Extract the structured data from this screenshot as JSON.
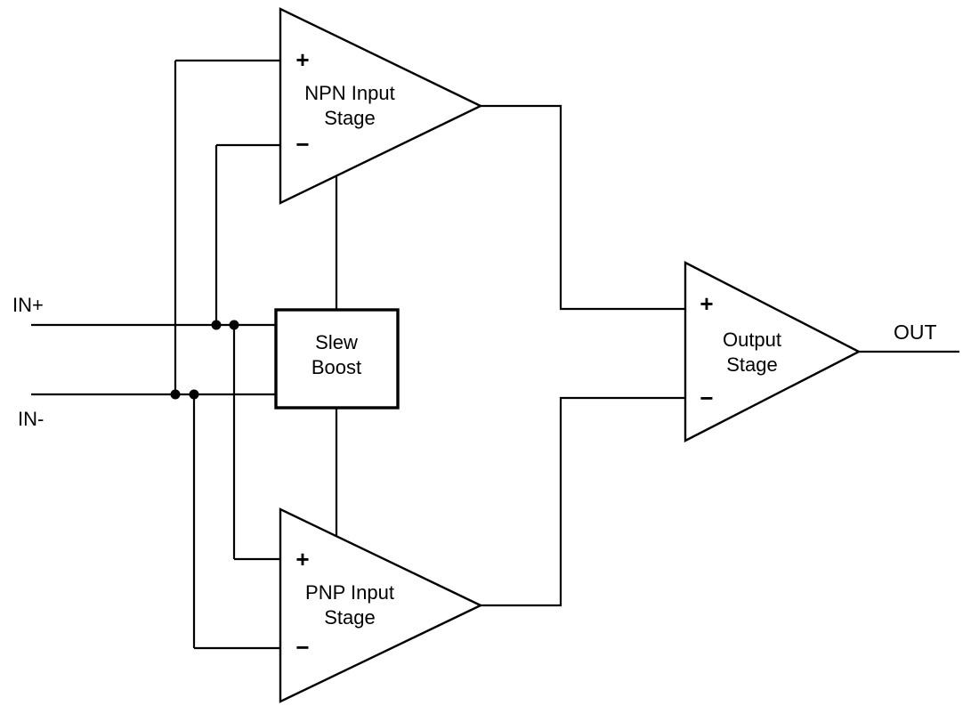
{
  "diagram": {
    "background": "#ffffff",
    "line_color": "#000000"
  },
  "ports": {
    "in_plus_label": "IN+",
    "in_minus_label": "IN-",
    "out_label": "OUT"
  },
  "blocks": {
    "npn_input_stage": {
      "label_line1": "NPN Input",
      "label_line2": "Stage",
      "plus_sign": "+",
      "minus_sign": "−"
    },
    "pnp_input_stage": {
      "label_line1": "PNP Input",
      "label_line2": "Stage",
      "plus_sign": "+",
      "minus_sign": "−"
    },
    "output_stage": {
      "label_line1": "Output",
      "label_line2": "Stage",
      "plus_sign": "+",
      "minus_sign": "−"
    },
    "slew_boost": {
      "label_line1": "Slew",
      "label_line2": "Boost"
    }
  }
}
